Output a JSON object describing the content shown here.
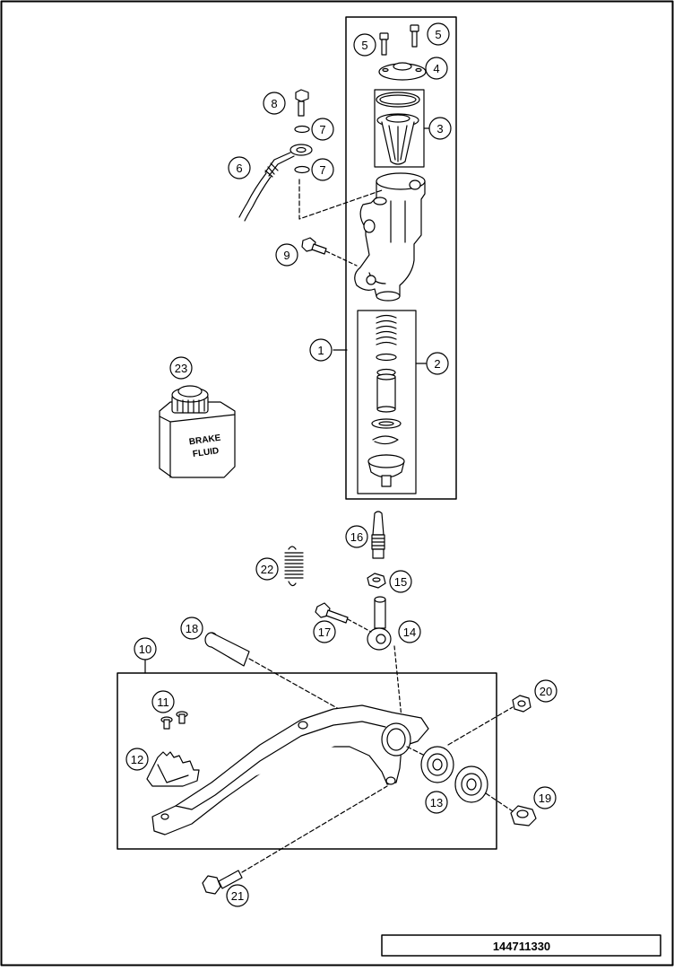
{
  "diagram": {
    "part_number": "144711330",
    "can_label": [
      "BRAKE",
      "FLUID"
    ],
    "callouts": [
      {
        "id": "c5a",
        "label": "5"
      },
      {
        "id": "c5b",
        "label": "5"
      },
      {
        "id": "c4",
        "label": "4"
      },
      {
        "id": "c3",
        "label": "3"
      },
      {
        "id": "c8",
        "label": "8"
      },
      {
        "id": "c7a",
        "label": "7"
      },
      {
        "id": "c7b",
        "label": "7"
      },
      {
        "id": "c6",
        "label": "6"
      },
      {
        "id": "c9",
        "label": "9"
      },
      {
        "id": "c1",
        "label": "1"
      },
      {
        "id": "c2",
        "label": "2"
      },
      {
        "id": "c23",
        "label": "23"
      },
      {
        "id": "c16",
        "label": "16"
      },
      {
        "id": "c22",
        "label": "22"
      },
      {
        "id": "c15",
        "label": "15"
      },
      {
        "id": "c17",
        "label": "17"
      },
      {
        "id": "c14",
        "label": "14"
      },
      {
        "id": "c18",
        "label": "18"
      },
      {
        "id": "c10",
        "label": "10"
      },
      {
        "id": "c20",
        "label": "20"
      },
      {
        "id": "c11",
        "label": "11"
      },
      {
        "id": "c12",
        "label": "12"
      },
      {
        "id": "c13",
        "label": "13"
      },
      {
        "id": "c19",
        "label": "19"
      },
      {
        "id": "c21",
        "label": "21"
      }
    ]
  }
}
